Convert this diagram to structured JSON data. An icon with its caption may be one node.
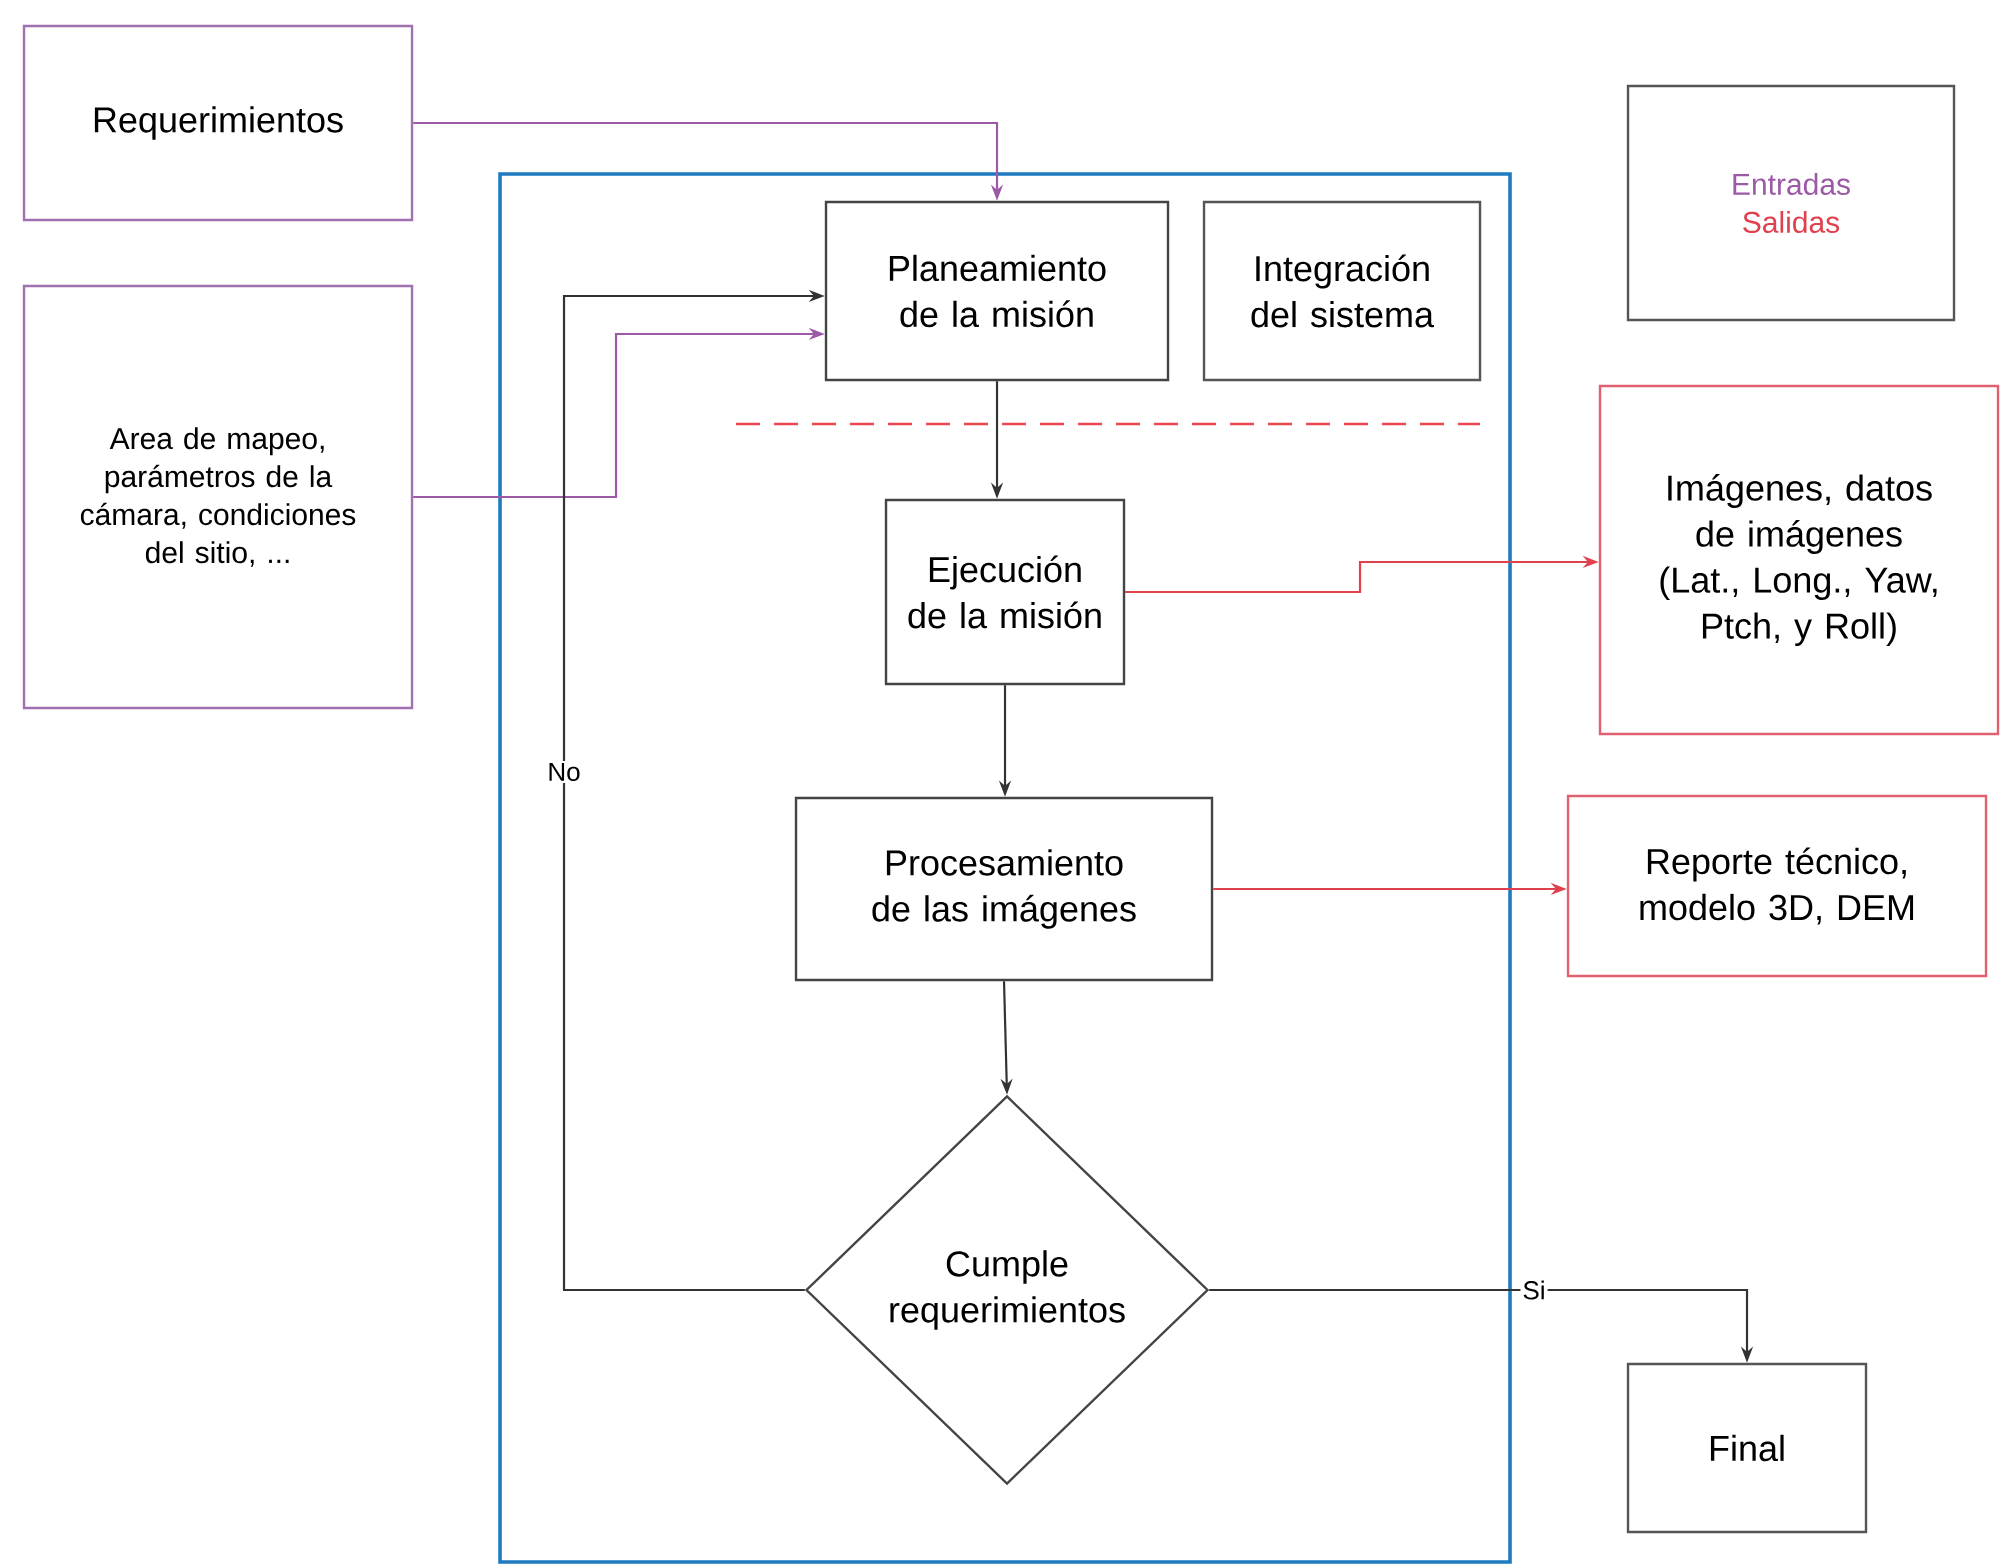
{
  "diagram": {
    "nodes": [
      {
        "text": [
          "Requerimientos"
        ]
      },
      {
        "text": [
          "Area de mapeo, parámetros de la cámara, condiciones del sitio, ..."
        ]
      },
      {
        "text": [],
        "shape": "box"
      },
      {
        "text": [
          "Planeamiento de la misión"
        ],
        "in": 2
      },
      {
        "text": [
          "Integración del sistema"
        ],
        "in": 2
      },
      {
        "text": [
          "Ejecución de la misión"
        ],
        "in": 2
      },
      {
        "text": [
          "Procesamiento de las imágenes"
        ],
        "in": 2
      },
      {
        "text": [
          "Cumple requerimientos"
        ],
        "in": 2
      },
      {
        "text": [
          "Entradas",
          "Salidas"
        ]
      },
      {
        "text": [
          "Imágenes, datos de imágenes (Lat., Long., Yaw, Ptch, y Roll)"
        ]
      },
      {
        "text": [
          "Reporte técnico, modelo 3D, DEM"
        ]
      },
      {
        "text": [
          "Final"
        ]
      }
    ],
    "edges": [
      {
        "from": 0,
        "to": 3,
        "arrow": "to",
        "color": "#9b59a6"
      },
      {
        "from": 1,
        "to": 3,
        "arrow": "to",
        "color": "#9b59a6"
      },
      {
        "from": 3,
        "to": 5,
        "arrow": "to"
      },
      {
        "from": 5,
        "to": 9,
        "arrow": "to",
        "color": "#e0414f"
      },
      {
        "from": 5,
        "to": 6,
        "arrow": "to"
      },
      {
        "from": 6,
        "to": 10,
        "arrow": "to",
        "color": "#e0414f"
      },
      {
        "from": 6,
        "to": 7,
        "arrow": "to"
      },
      {
        "from": 7,
        "to": 3,
        "arrow": "to",
        "label": "No"
      },
      {
        "from": 7,
        "to": 11,
        "arrow": "to",
        "label": "Si"
      }
    ]
  }
}
